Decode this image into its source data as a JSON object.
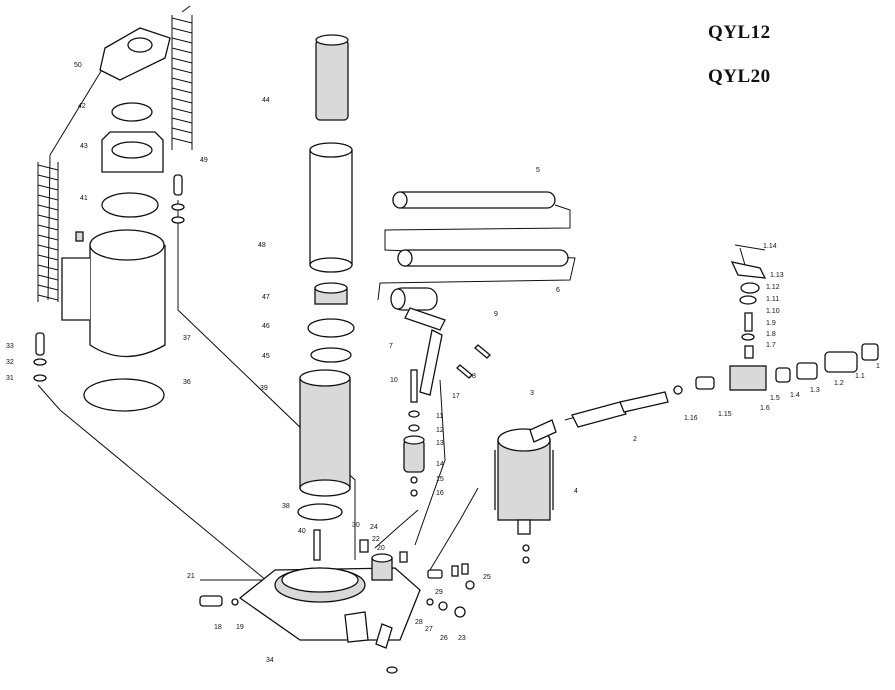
{
  "models": [
    "QYL12",
    "QYL20"
  ],
  "callouts": [
    "1",
    "1.1",
    "1.2",
    "1.3",
    "1.4",
    "1.5",
    "1.6",
    "1.7",
    "1.8",
    "1.9",
    "1.10",
    "1.11",
    "1.12",
    "1.13",
    "1.14",
    "1.15",
    "1.16",
    "2",
    "3",
    "4",
    "5",
    "6",
    "7",
    "8",
    "9",
    "10",
    "11",
    "12",
    "13",
    "14",
    "15",
    "16",
    "17",
    "18",
    "19",
    "20",
    "21",
    "22",
    "23",
    "24",
    "25",
    "26",
    "27",
    "28",
    "29",
    "30",
    "31",
    "32",
    "33",
    "34",
    "36",
    "37",
    "38",
    "39",
    "40",
    "41",
    "42",
    "43",
    "44",
    "45",
    "46",
    "47",
    "48",
    "49",
    "50"
  ]
}
